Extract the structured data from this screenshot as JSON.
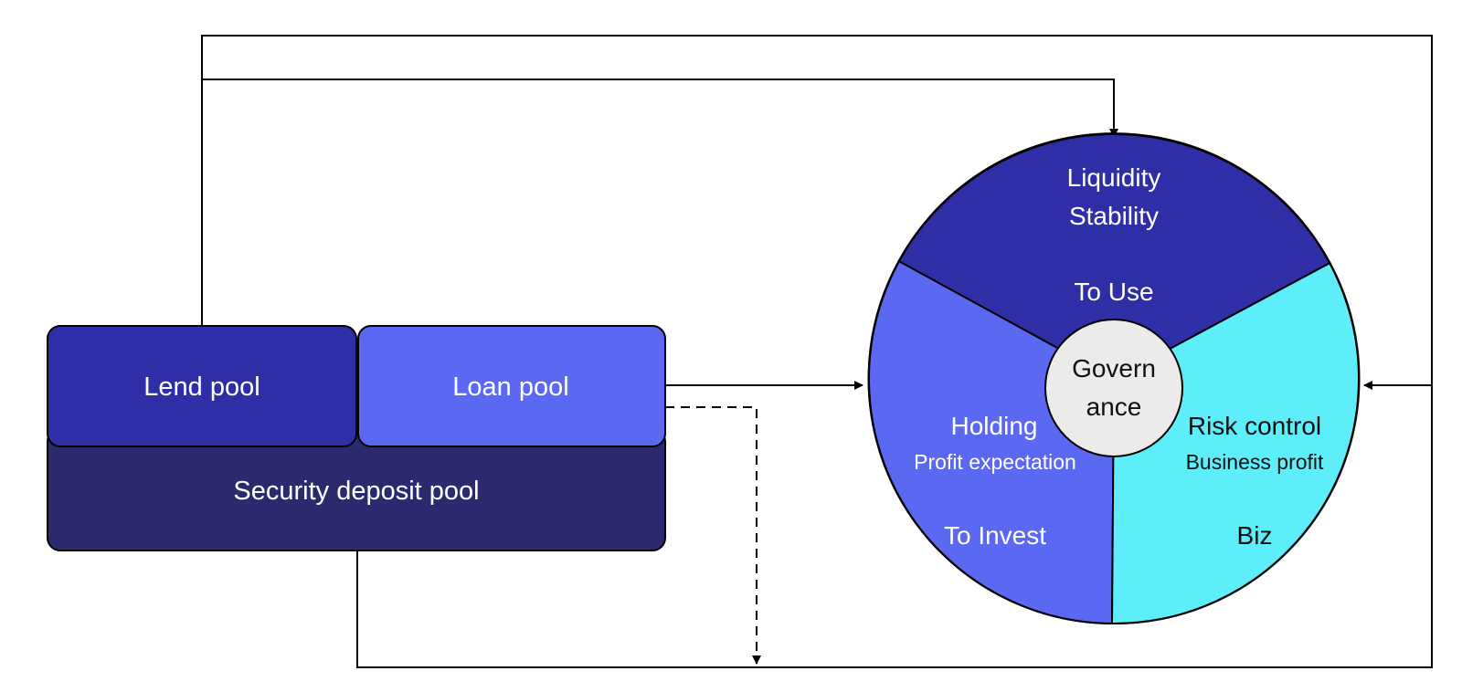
{
  "pools": {
    "lend": "Lend pool",
    "loan": "Loan pool",
    "security": "Security deposit pool"
  },
  "wheel": {
    "top": {
      "line1": "Liquidity",
      "line2": "Stability",
      "role": "To Use"
    },
    "left": {
      "title": "Holding",
      "subtitle": "Profit expectation",
      "role": "To Invest"
    },
    "right": {
      "title": "Risk control",
      "subtitle": "Business profit",
      "role": "Biz"
    },
    "center": {
      "line1": "Govern",
      "line2": "ance"
    }
  },
  "colors": {
    "lend_pool": "#2e2ea6",
    "loan_pool": "#5b69f2",
    "security_pool": "#2b2a6e",
    "top_segment": "#2e2ea6",
    "left_segment": "#5b69f2",
    "right_segment": "#5eeef9",
    "center": "#ebebeb"
  }
}
